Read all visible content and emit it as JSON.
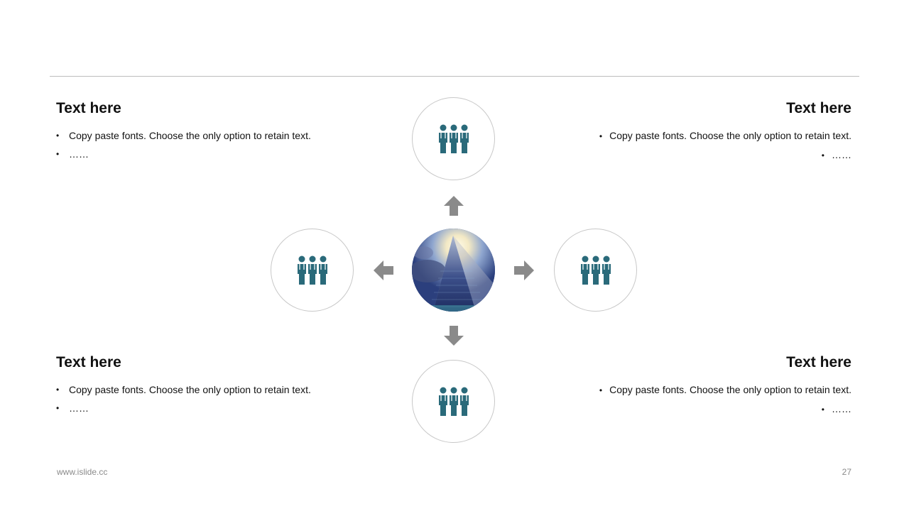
{
  "colors": {
    "accent": "#2a6a7a",
    "arrow": "#8a8a8a",
    "circle_border": "#c8c8c8",
    "rule": "#bdbdbd"
  },
  "blocks": {
    "top_left": {
      "title": "Text here",
      "bullets": [
        "Copy paste fonts. Choose the only option to retain text.",
        "……"
      ]
    },
    "top_right": {
      "title": "Text here",
      "bullets": [
        "Copy paste fonts. Choose the only option to retain text.",
        "……"
      ]
    },
    "bottom_left": {
      "title": "Text here",
      "bullets": [
        "Copy paste fonts. Choose the only option to retain text.",
        "……"
      ]
    },
    "bottom_right": {
      "title": "Text here",
      "bullets": [
        "Copy paste fonts. Choose the only option to retain text.",
        "……"
      ]
    }
  },
  "diagram": {
    "center_image": "skyscraper-photo",
    "node_icon": "team-people-icon",
    "arrow_icon": "block-arrow-icon"
  },
  "footer": {
    "url": "www.islide.cc",
    "page_number": "27"
  }
}
